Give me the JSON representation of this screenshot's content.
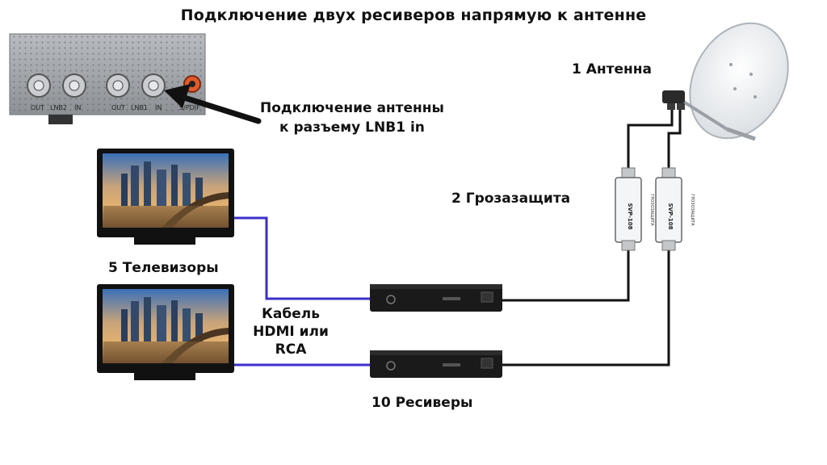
{
  "title": "Подключение двух ресиверов напрямую к антенне",
  "labels": {
    "antenna": "1 Антенна",
    "surge_protection": "2 Грозазащита",
    "tvs": "5 Телевизоры",
    "receivers": "10 Ресиверы",
    "cable_line1": "Кабель",
    "cable_line2": "HDMI или",
    "cable_line3": "RCA",
    "connect_line1": "Подключение антенны",
    "connect_line2": "к разъему LNB1 in"
  },
  "receiver_panel": {
    "port_labels": [
      "OUT",
      "LNB2",
      "IN",
      "OUT",
      "LNB1",
      "IN",
      "S/PDIF"
    ]
  },
  "surge_device": {
    "text": "ГРОЗОЗАЩИТА",
    "model": "SVP-108"
  },
  "colors": {
    "hdmi_cable": "#3b2fc9",
    "coax_cable": "#111111",
    "dish": "#eef1f4",
    "receiver_body": "#1a1a1a"
  }
}
